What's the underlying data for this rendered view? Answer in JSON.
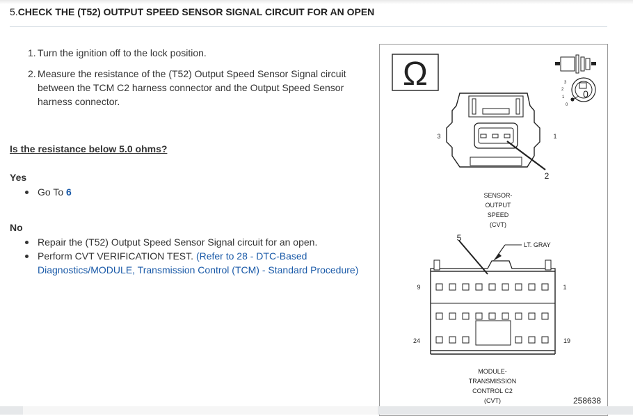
{
  "title": {
    "number": "5.",
    "text": "CHECK THE (T52) OUTPUT SPEED SENSOR SIGNAL CIRCUIT FOR AN OPEN"
  },
  "steps": [
    {
      "num": "1.",
      "text": "Turn the ignition off to the lock position."
    },
    {
      "num": "2.",
      "text": "Measure the resistance of the (T52) Output Speed Sensor Signal circuit between the TCM C2 harness connector and the Output Speed Sensor harness connector."
    }
  ],
  "question": "Is the resistance below 5.0 ohms?",
  "yes": {
    "label": "Yes",
    "items": [
      {
        "prefix": "Go To ",
        "link": "6"
      }
    ]
  },
  "no": {
    "label": "No",
    "items": [
      {
        "text": "Repair the (T52) Output Speed Sensor Signal circuit for an open."
      },
      {
        "text": "Perform CVT VERIFICATION TEST. ",
        "link": "(Refer to 28 - DTC-Based Diagnostics/MODULE, Transmission Control (TCM) - Standard Procedure)"
      }
    ]
  },
  "diagram": {
    "ohm_symbol": "Ω",
    "ignition": {
      "positions": [
        "3",
        "2",
        "1",
        "0"
      ],
      "selected": "0"
    },
    "sensor_connector": {
      "label_lines": [
        "SENSOR-",
        "OUTPUT",
        "SPEED",
        "(CVT)"
      ],
      "pin_left": "3",
      "pin_right": "1",
      "pin_callout": "2"
    },
    "tcm_connector": {
      "label_lines": [
        "MODULE-",
        "TRANSMISSION",
        "CONTROL C2",
        "(CVT)"
      ],
      "pin_top_left": "9",
      "pin_top_right": "1",
      "pin_bottom_left": "24",
      "pin_bottom_right": "19",
      "pin_callout": "5",
      "wire_color": "LT. GRAY"
    },
    "figure_id": "258638"
  },
  "colors": {
    "link": "#1a5aa8",
    "text": "#333333",
    "rule": "#cfd8df"
  }
}
